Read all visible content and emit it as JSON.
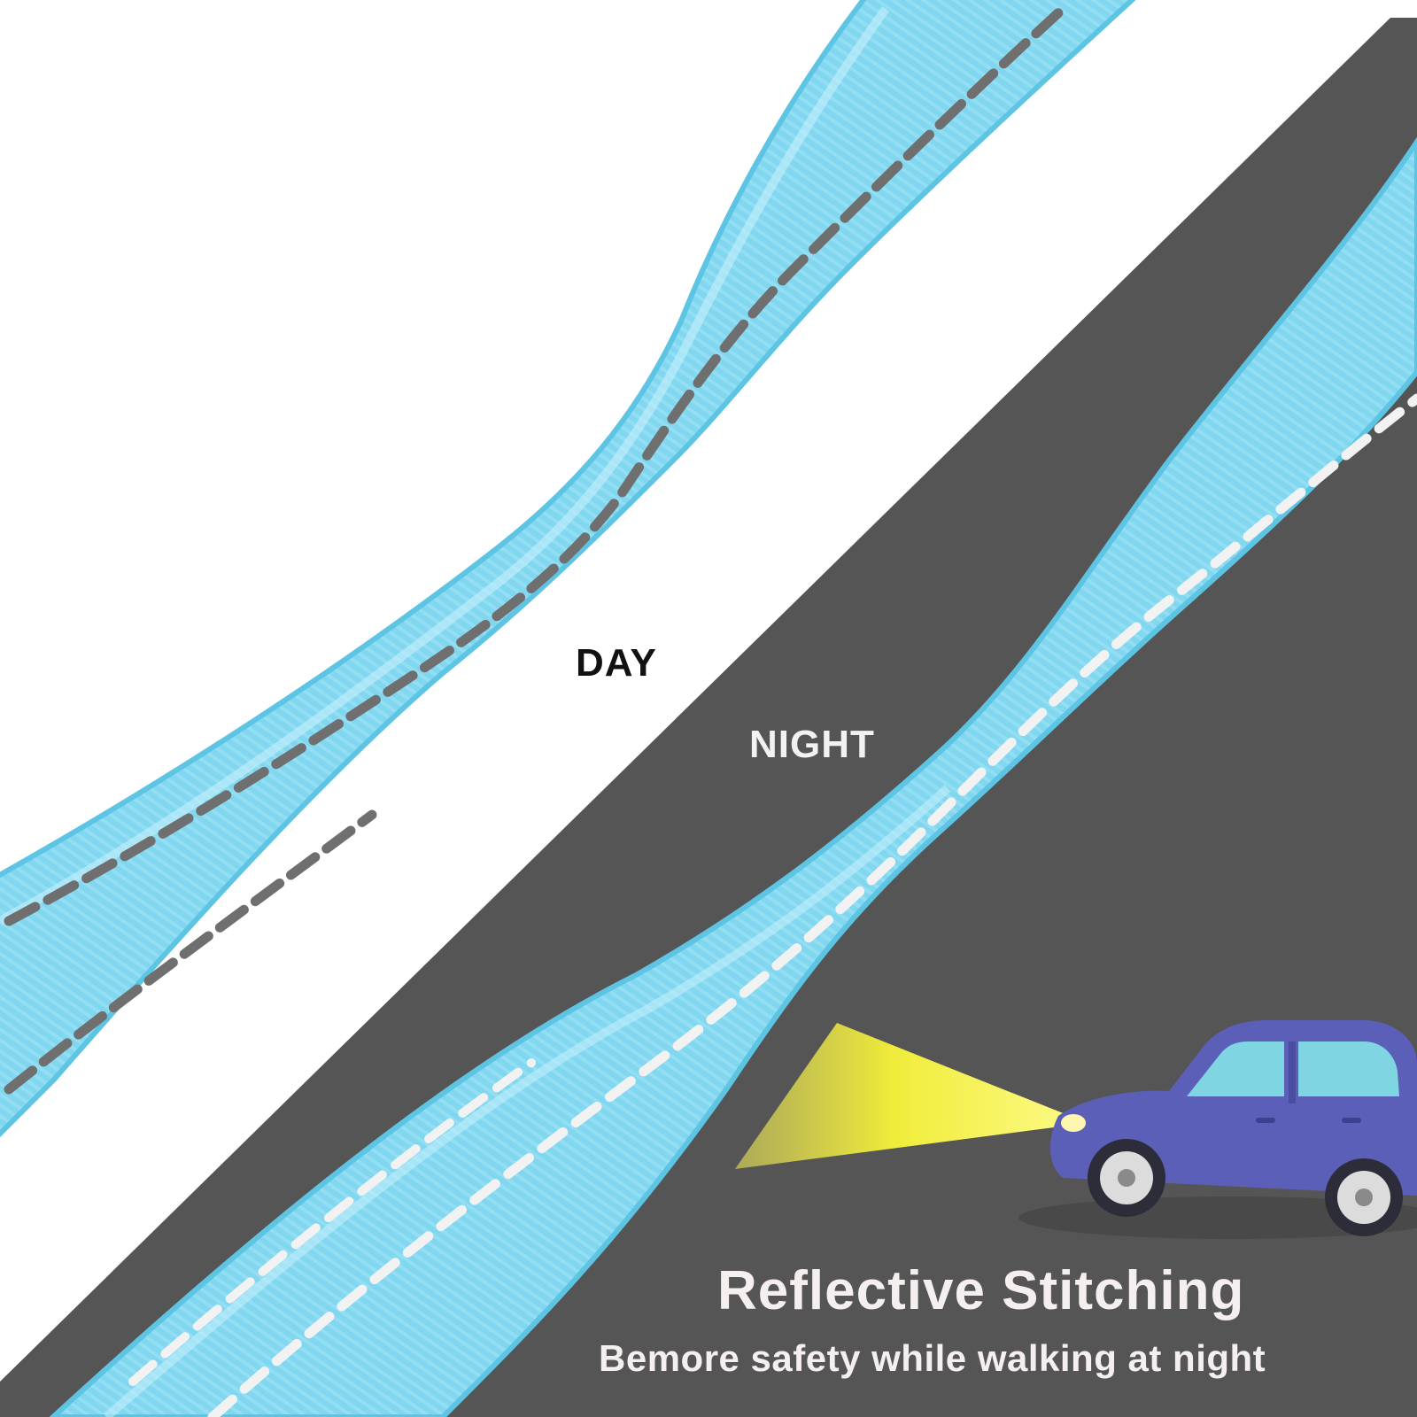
{
  "labels": {
    "day": "DAY",
    "night": "NIGHT"
  },
  "headline": "Reflective Stitching",
  "subline": "Bemore safety while walking at night",
  "colors": {
    "day_background": "#ffffff",
    "night_background": "#555555",
    "strap": "#7dd6ee",
    "strap_edge": "#59bfe0",
    "stitch_day": "#6f6f6f",
    "stitch_night": "#f2f2f2",
    "car_body": "#5b5fb8",
    "car_window": "#7fd6e2",
    "headlight_beam": "#f3f04a"
  },
  "icons": [
    "car-icon",
    "headlight-beam-icon"
  ]
}
